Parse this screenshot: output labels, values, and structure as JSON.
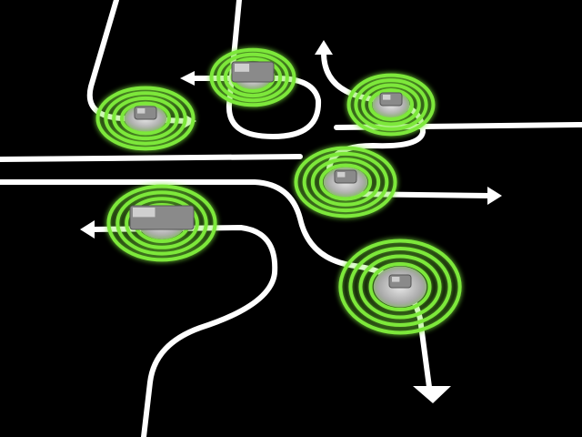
{
  "scene": {
    "background_color": "#000000",
    "road_color": "#ffffff",
    "signal_ring_color": "#7de83a",
    "signal_glow_color": "#4fd61a",
    "vehicle_color": "#8a8a8a",
    "vehicles": [
      {
        "type": "truck",
        "icon": "truck-icon"
      },
      {
        "type": "car",
        "icon": "car-icon"
      },
      {
        "type": "car",
        "icon": "car-icon"
      },
      {
        "type": "car",
        "icon": "car-icon"
      },
      {
        "type": "bus",
        "icon": "bus-icon"
      },
      {
        "type": "car",
        "icon": "car-icon"
      }
    ]
  }
}
